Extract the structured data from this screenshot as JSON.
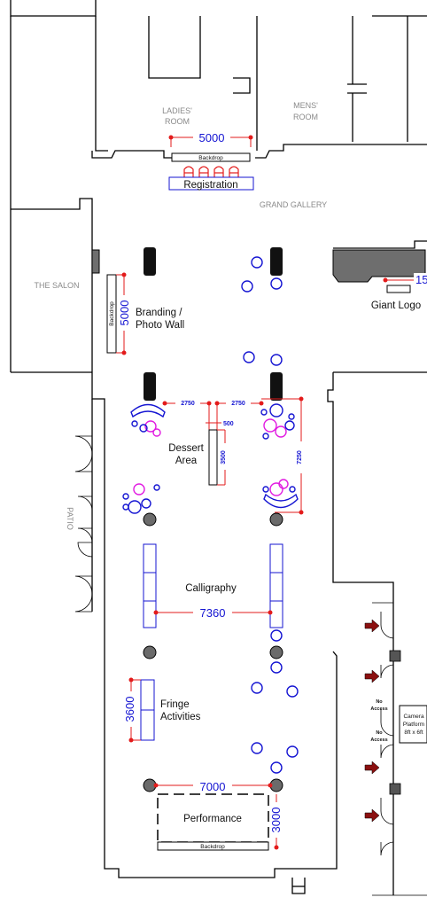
{
  "rooms": {
    "ladies_room": [
      "LADIES'",
      "ROOM"
    ],
    "mens_room": [
      "MENS'",
      "ROOM"
    ],
    "grand_gallery": "GRAND GALLERY",
    "the_salon": "THE SALON",
    "patio": "PATIO"
  },
  "zones": {
    "registration": "Registration",
    "branding": [
      "Branding /",
      "Photo Wall"
    ],
    "giant_logo": "Giant Logo",
    "dessert": [
      "Dessert",
      "Area"
    ],
    "calligraphy": "Calligraphy",
    "fringe": [
      "Fringe",
      "Activities"
    ],
    "performance": "Performance",
    "camera": [
      "Camera",
      "Platform",
      "8ft x 6ft"
    ]
  },
  "labels": {
    "backdrop": "Backdrop",
    "no_access": [
      "No",
      "Access"
    ]
  },
  "dimensions": {
    "registration_width": "5000",
    "branding_height": "5000",
    "giant_logo_partial": "15",
    "dessert_left_gap": "2750",
    "dessert_right_gap": "2750",
    "dessert_table_width": "500",
    "dessert_table_length": "3500",
    "dessert_right_height": "7250",
    "calligraphy_span": "7360",
    "fringe_height": "3600",
    "performance_width": "7000",
    "performance_depth": "3000"
  },
  "colors": {
    "dimension": "#e31b1b",
    "dimension_text": "#1414d2",
    "furniture": "#1414d2",
    "cocktail": "#e11be1",
    "pillar": "#111111",
    "column": "#6b6b6b"
  }
}
